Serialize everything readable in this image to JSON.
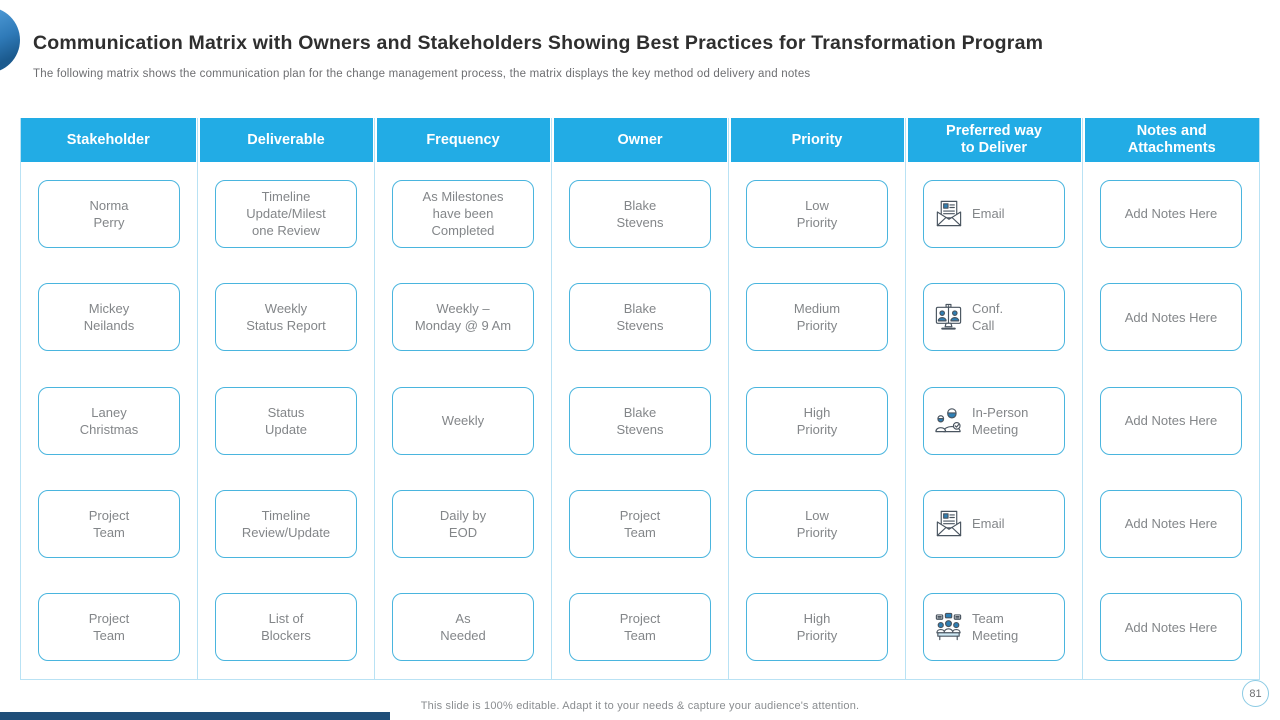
{
  "slide": {
    "title": "Communication Matrix with Owners and Stakeholders Showing Best Practices for Transformation Program",
    "subtitle": "The following matrix shows the communication plan for the change management process, the matrix displays the key method od delivery and notes",
    "footer": "This slide is 100% editable. Adapt it to your needs & capture your audience's attention.",
    "page_number": "81"
  },
  "colors": {
    "header_bg": "#22ace5",
    "box_border": "#4ab5de",
    "grid_line": "#b9e2f4",
    "cell_text": "#838689",
    "icon_blue": "#2e7fb5",
    "accent_navy": "#1f4e79"
  },
  "table": {
    "headers": [
      "Stakeholder",
      "Deliverable",
      "Frequency",
      "Owner",
      "Priority",
      "Preferred way\nto Deliver",
      "Notes and\nAttachments"
    ],
    "rows": [
      {
        "stakeholder": "Norma\nPerry",
        "deliverable": "Timeline\nUpdate/Milest\none Review",
        "frequency": "As Milestones\nhave been\nCompleted",
        "owner": "Blake\nStevens",
        "priority": "Low\nPriority",
        "preferred": {
          "icon": "email-icon",
          "label": "Email"
        },
        "notes": "Add Notes Here"
      },
      {
        "stakeholder": "Mickey\nNeilands",
        "deliverable": "Weekly\nStatus Report",
        "frequency": "Weekly –\nMonday @ 9 Am",
        "owner": "Blake\nStevens",
        "priority": "Medium\nPriority",
        "preferred": {
          "icon": "conference-call-icon",
          "label": "Conf.\nCall"
        },
        "notes": "Add Notes Here"
      },
      {
        "stakeholder": "Laney\nChristmas",
        "deliverable": "Status\nUpdate",
        "frequency": "Weekly",
        "owner": "Blake\nStevens",
        "priority": "High\nPriority",
        "preferred": {
          "icon": "in-person-meeting-icon",
          "label": "In-Person\nMeeting"
        },
        "notes": "Add Notes Here"
      },
      {
        "stakeholder": "Project\nTeam",
        "deliverable": "Timeline\nReview/Update",
        "frequency": "Daily by\nEOD",
        "owner": "Project\nTeam",
        "priority": "Low\nPriority",
        "preferred": {
          "icon": "email-icon",
          "label": "Email"
        },
        "notes": "Add Notes Here"
      },
      {
        "stakeholder": "Project\nTeam",
        "deliverable": "List of\nBlockers",
        "frequency": "As\nNeeded",
        "owner": "Project\nTeam",
        "priority": "High\nPriority",
        "preferred": {
          "icon": "team-meeting-icon",
          "label": "Team\nMeeting"
        },
        "notes": "Add Notes Here"
      }
    ]
  }
}
